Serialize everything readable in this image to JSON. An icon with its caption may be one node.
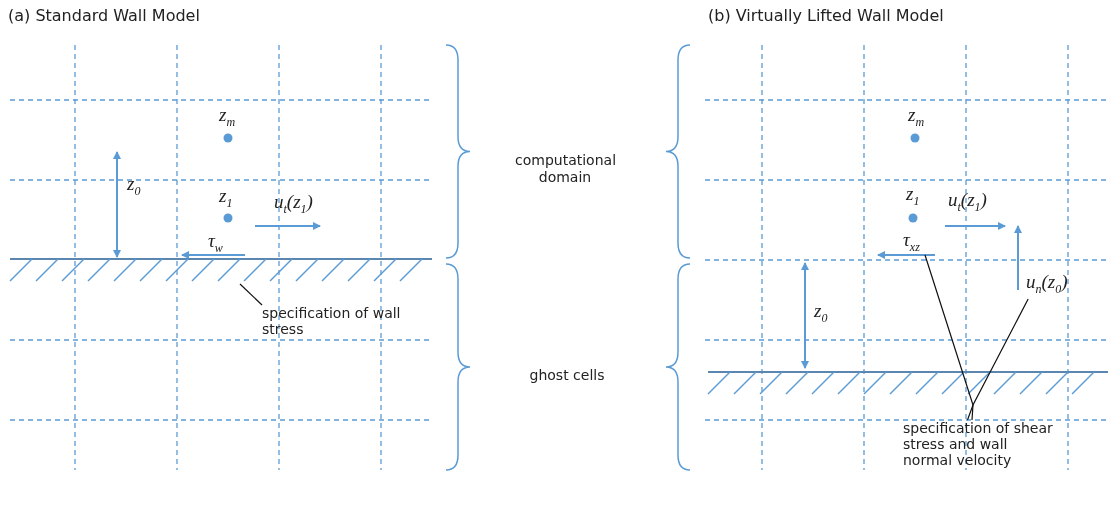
{
  "diagram": {
    "nodes": [
      {
        "text": [
          "specification of wall stress"
        ]
      },
      {
        "text": [],
        "shape": "bar"
      },
      {
        "text": [
          "τ$_{xz}$"
        ]
      },
      {
        "text": [
          "u$_{n}$(z$_{0}$)"
        ]
      },
      {
        "text": [
          "specification of shear stress and wall normal velocity"
        ]
      }
    ],
    "edges": [
      {
        "from": 0,
        "to": 1,
        "arrow": "none"
      },
      {
        "from": 4,
        "to": 2,
        "arrow": "none"
      },
      {
        "from": 4,
        "to": 3,
        "arrow": "none"
      }
    ],
    "labels": [
      "(a) Standard Wall Model",
      "(b) Virtually Lifted Wall Model",
      "z$_{m}$",
      "z$_{1}$",
      "u$_{t}$(z$_{1}$)",
      "z$_{0}$",
      "τ$_{w}$",
      "computational domain",
      "ghost cells",
      "z$_{m}$",
      "z$_{1}$",
      "u$_{t}$(z$_{1}$)",
      "z$_{0}$"
    ]
  }
}
